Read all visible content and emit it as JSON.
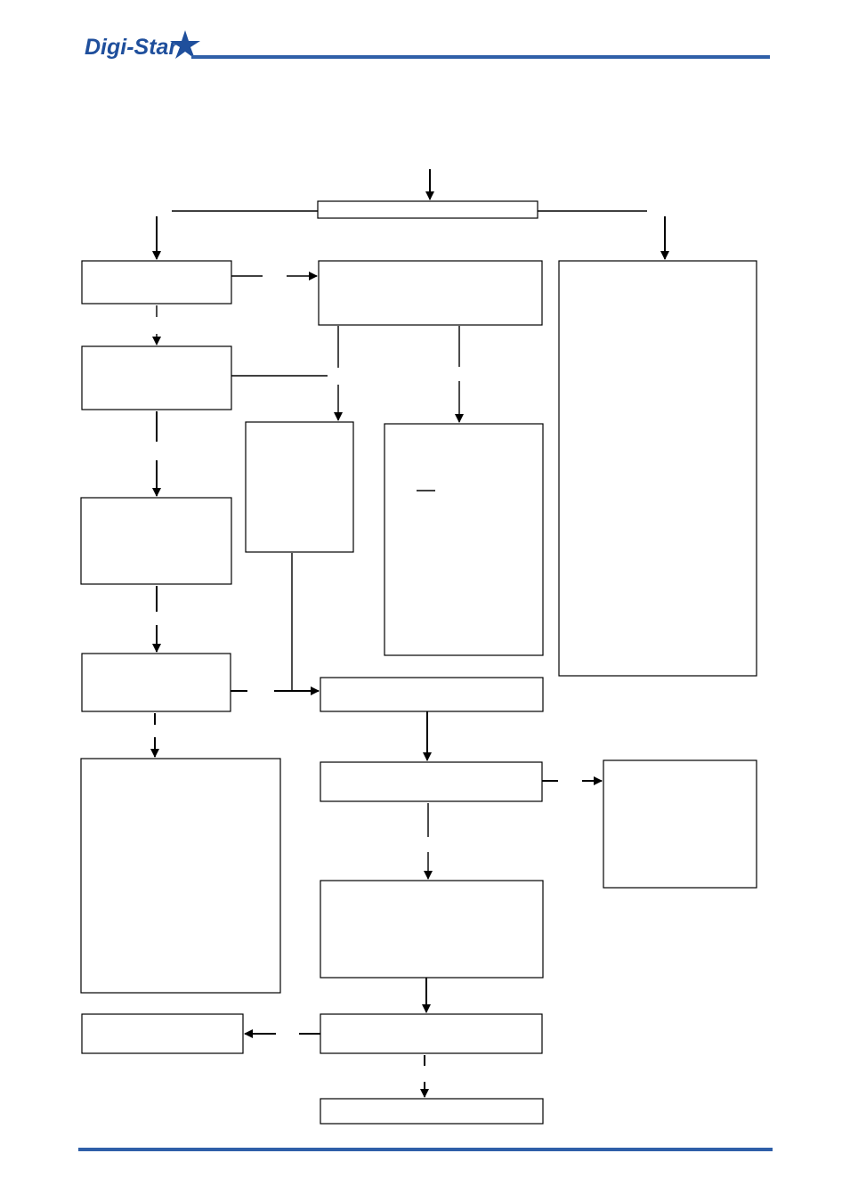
{
  "header": {
    "brand": "Digi-Star",
    "brand_color": "#1f4f9c",
    "rule_color": "#2f5fa8",
    "logo_icon": "star-icon"
  },
  "footer": {
    "rule_color": "#2f5fa8"
  },
  "flowchart": {
    "boxes": [
      {
        "id": "top-bar",
        "text": ""
      },
      {
        "id": "left-1",
        "text": ""
      },
      {
        "id": "center-1",
        "text": ""
      },
      {
        "id": "right-tall",
        "text": ""
      },
      {
        "id": "left-2",
        "text": ""
      },
      {
        "id": "mid-narrow",
        "text": ""
      },
      {
        "id": "mid-right-tall",
        "text": ""
      },
      {
        "id": "left-3",
        "text": ""
      },
      {
        "id": "left-4",
        "text": ""
      },
      {
        "id": "center-2",
        "text": ""
      },
      {
        "id": "left-big",
        "text": ""
      },
      {
        "id": "center-3",
        "text": ""
      },
      {
        "id": "right-small",
        "text": ""
      },
      {
        "id": "center-4",
        "text": ""
      },
      {
        "id": "left-bottom",
        "text": ""
      },
      {
        "id": "center-5",
        "text": ""
      },
      {
        "id": "center-last",
        "text": ""
      }
    ]
  }
}
